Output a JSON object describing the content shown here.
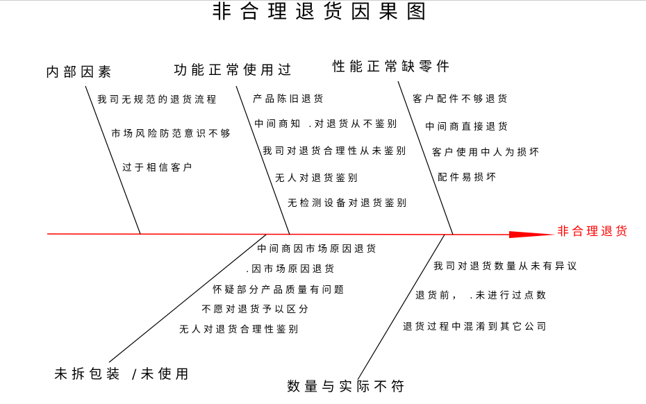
{
  "title": "非合理退货因果图",
  "effect": "非合理退货",
  "colors": {
    "spine": "#ff0000",
    "effect_text": "#ff0000",
    "bones": "#000000"
  },
  "categories": {
    "internal": {
      "label": "内部因素",
      "causes": [
        "我司无规范的退货流程",
        "市场风险防范意识不够",
        "过于相信客户"
      ]
    },
    "function": {
      "label": "功能正常使用过",
      "causes": [
        "产品陈旧退货",
        "中间商知 .对退货从不鉴别",
        "我司对退货合理性从未鉴别",
        "无人对退货鉴别",
        "无检测设备对退货鉴别"
      ]
    },
    "parts": {
      "label": "性能正常缺零件",
      "causes": [
        "客户配件不够退货",
        "中间商直接退货",
        "客户使用中人为损坏",
        "配件易损坏"
      ]
    },
    "unopened": {
      "label": "未拆包装 /未使用",
      "causes": [
        "中间商因市场原因退货",
        ".因市场原因退货",
        "怀疑部分产品质量有问题",
        "不愿对退货予以区分",
        "无人对退货合理性鉴别"
      ]
    },
    "quantity": {
      "label": "数量与实际不符",
      "causes": [
        "我司对退货数量从未有异议",
        "退货前， .未进行过点数",
        "退货过程中混淆到其它公司"
      ]
    }
  }
}
